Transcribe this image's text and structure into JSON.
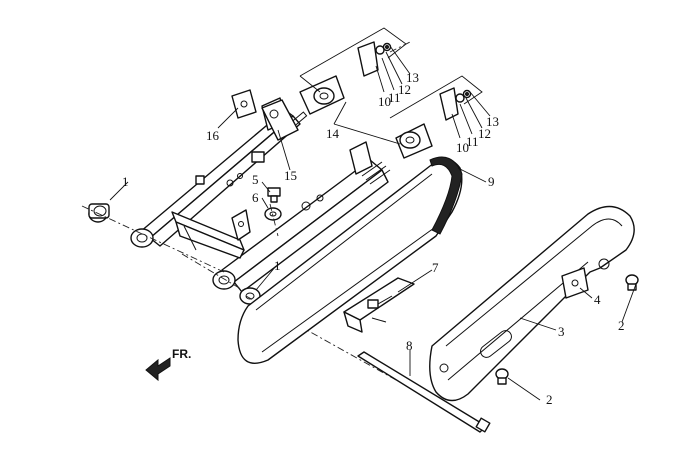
{
  "direction_label": "FR.",
  "callouts": {
    "c1a": "1",
    "c1b": "1",
    "c2a": "2",
    "c2b": "2",
    "c3": "3",
    "c4": "4",
    "c5": "5",
    "c6": "6",
    "c7": "7",
    "c8": "8",
    "c9": "9",
    "c10a": "10",
    "c10b": "10",
    "c11a": "11",
    "c11b": "11",
    "c12a": "12",
    "c12b": "12",
    "c13a": "13",
    "c13b": "13",
    "c14": "14",
    "c15": "15",
    "c16": "16"
  }
}
